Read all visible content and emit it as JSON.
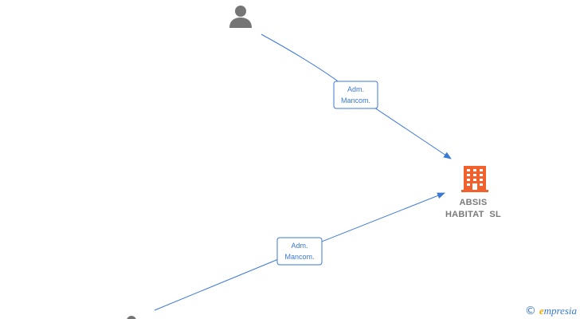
{
  "nodes": {
    "person_top": {
      "type": "person",
      "icon": "person-icon"
    },
    "person_bottom": {
      "type": "person",
      "icon": "person-icon"
    },
    "company": {
      "type": "company",
      "icon": "building-icon",
      "name_line1": "ABSIS",
      "name_line2": "HABITAT  SL",
      "color": "#f0612d"
    }
  },
  "edges": [
    {
      "from": "person_top",
      "to": "company",
      "label_line1": "Adm.",
      "label_line2": "Mancom."
    },
    {
      "from": "person_bottom",
      "to": "company",
      "label_line1": "Adm.",
      "label_line2": "Mancom."
    }
  ],
  "colors": {
    "edge": "#3a78d6",
    "person": "#757575",
    "company": "#f0612d",
    "label_text": "#7a7a7a"
  },
  "watermark": {
    "copyright_symbol": "©",
    "brand_initial": "e",
    "brand_rest": "mpresia"
  }
}
